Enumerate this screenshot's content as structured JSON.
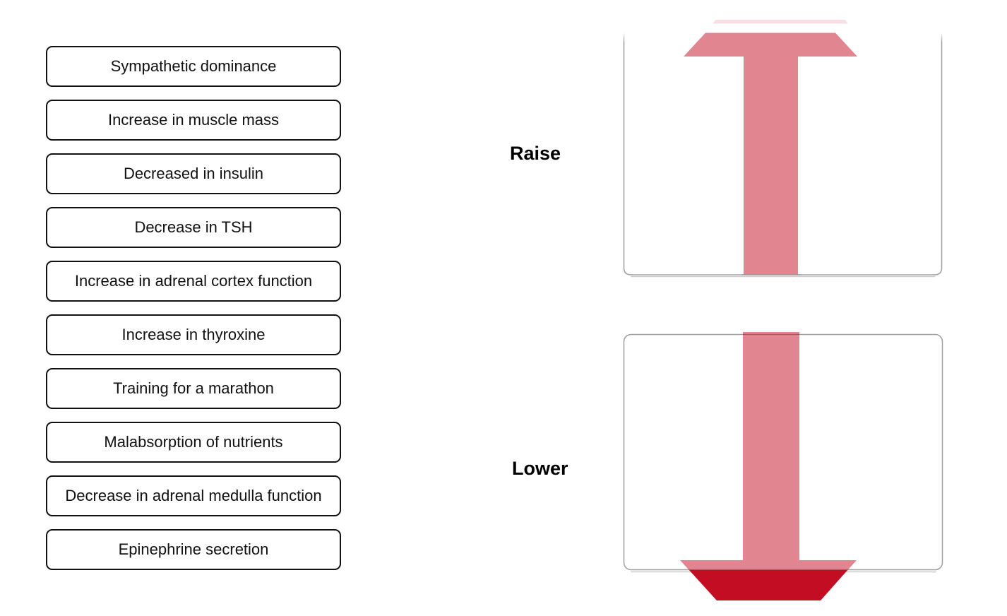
{
  "exercise": {
    "type": "drag-and-drop-sorting",
    "items": [
      "Sympathetic dominance",
      "Increase in muscle mass",
      "Decreased in insulin",
      "Decrease in TSH",
      "Increase in adrenal cortex function",
      "Increase in thyroxine",
      "Training for a marathon",
      "Malabsorption of nutrients",
      "Decrease in adrenal medulla function",
      "Epinephrine secretion"
    ],
    "zones": {
      "raise": {
        "label": "Raise",
        "direction": "up"
      },
      "lower": {
        "label": "Lower",
        "direction": "down"
      }
    }
  },
  "colors": {
    "arrow_red": "#c30d23",
    "zone_border": "#9f9f9f",
    "item_border": "#111111",
    "text": "#111111",
    "background": "#ffffff"
  }
}
